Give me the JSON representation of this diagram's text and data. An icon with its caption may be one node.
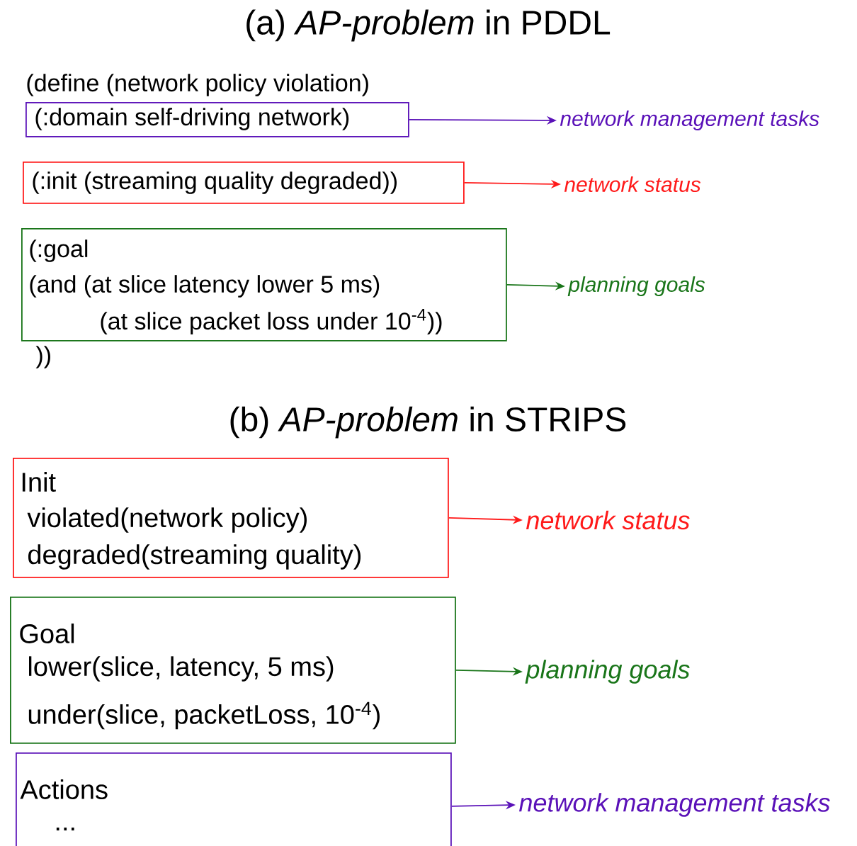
{
  "diagram": {
    "nodes": [
      {
        "text": [
          "(:domain self-driving network)"
        ]
      },
      {
        "text": [
          "network management tasks"
        ]
      },
      {
        "text": [
          "(:init (streaming quality degraded))"
        ]
      },
      {
        "text": [
          "network status"
        ]
      },
      {
        "text": [
          "(:goal",
          "(and  (at slice latency lower 5 ms)",
          "(at slice packet loss under 10$^{-4}$))"
        ]
      },
      {
        "text": [
          "planning goals"
        ]
      },
      {
        "text": [
          "Init",
          "violated(network policy)",
          "degraded(streaming quality)"
        ]
      },
      {
        "text": [
          "network status"
        ]
      },
      {
        "text": [
          "Goal",
          "lower(slice, latency, 5 ms)",
          "under(slice, packetLoss, 10$^{-4}$)"
        ]
      },
      {
        "text": [
          "planning goals"
        ]
      },
      {
        "text": [
          "Actions",
          "..."
        ]
      },
      {
        "text": [
          "network management tasks"
        ]
      }
    ],
    "edges": [
      {
        "from": 0,
        "to": 1,
        "arrow": "to",
        "color": "#5a11b8"
      },
      {
        "from": 2,
        "to": 3,
        "arrow": "to",
        "color": "#ff1a1a"
      },
      {
        "from": 4,
        "to": 5,
        "arrow": "to",
        "color": "#197519"
      },
      {
        "from": 6,
        "to": 7,
        "arrow": "to",
        "color": "#ff1a1a"
      },
      {
        "from": 8,
        "to": 9,
        "arrow": "to",
        "color": "#197519"
      },
      {
        "from": 10,
        "to": 11,
        "arrow": "to",
        "color": "#5a11b8"
      }
    ],
    "labels": [
      "(a) *AP-problem* in PDDL",
      "(define (network policy violation)",
      "))",
      "(b) *AP-problem* in STRIPS"
    ]
  }
}
